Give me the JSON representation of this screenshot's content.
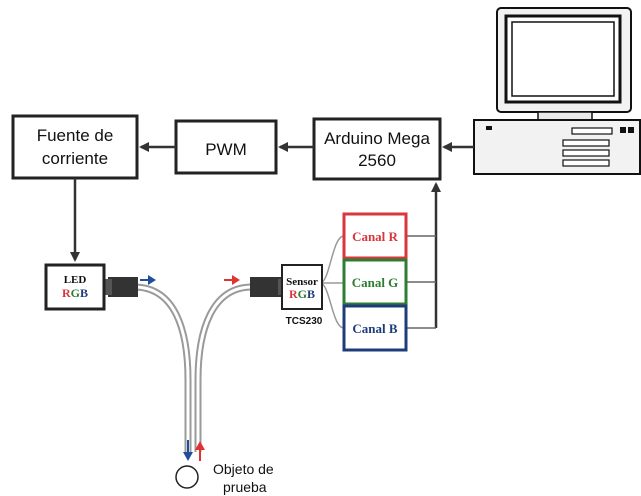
{
  "blocks": {
    "fuente": {
      "line1": "Fuente de",
      "line2": "corriente"
    },
    "pwm": {
      "label": "PWM"
    },
    "arduino": {
      "line1": "Arduino Mega",
      "line2": "2560"
    }
  },
  "led": {
    "title": "LED",
    "rgb": [
      "R",
      "G",
      "B"
    ]
  },
  "sensor": {
    "title": "Sensor",
    "rgb": [
      "R",
      "G",
      "B"
    ],
    "model": "TCS230"
  },
  "channels": [
    {
      "label": "Canal R",
      "color": "#d9363e"
    },
    {
      "label": "Canal G",
      "color": "#2e7d32"
    },
    {
      "label": "Canal B",
      "color": "#1f3c7a"
    }
  ],
  "object": {
    "line1": "Objeto de",
    "line2": "prueba"
  },
  "colors": {
    "red": "#d9363e",
    "green": "#2e7d32",
    "blue": "#1f3c7a",
    "arrow_blue": "#1f4f9a",
    "arrow_red": "#e0322f"
  }
}
